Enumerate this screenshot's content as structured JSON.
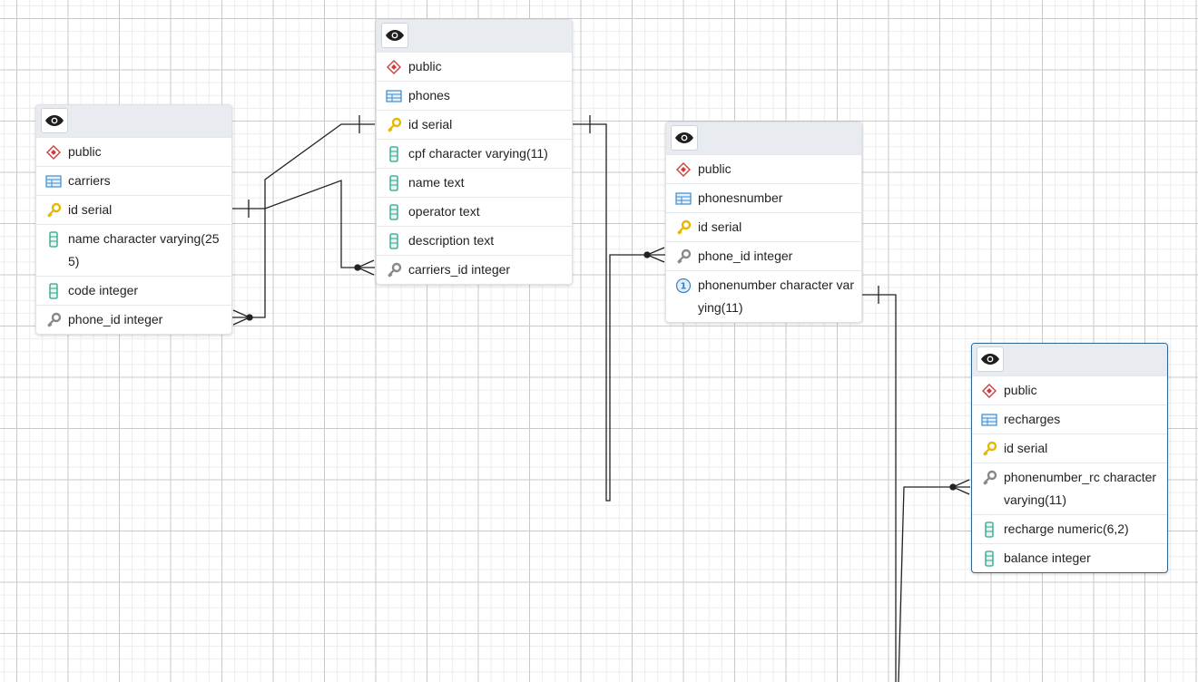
{
  "tables": {
    "carriers": {
      "schema": "public",
      "name": "carriers",
      "columns": [
        "id serial",
        "name character varying(255)",
        "code integer",
        "phone_id integer"
      ]
    },
    "phones": {
      "schema": "public",
      "name": "phones",
      "columns": [
        "id serial",
        "cpf character varying(11)",
        "name text",
        "operator text",
        "description text",
        "carriers_id integer"
      ]
    },
    "phonesnumber": {
      "schema": "public",
      "name": "phonesnumber",
      "columns": [
        "id serial",
        "phone_id integer",
        "phonenumber character varying(11)"
      ]
    },
    "recharges": {
      "schema": "public",
      "name": "recharges",
      "columns": [
        "id serial",
        "phonenumber_rc character varying(11)",
        "recharge numeric(6,2)",
        "balance integer"
      ]
    }
  },
  "icons": {
    "schema": "schema-icon",
    "table": "table-icon",
    "primary_key": "primary-key-icon",
    "foreign_key": "foreign-key-icon",
    "unique": "unique-constraint-icon",
    "column": "column-icon",
    "toggle": "eye-icon"
  },
  "colors": {
    "schema": "#cc3d3d",
    "table": "#3a8ccf",
    "primary_key": "#e6b800",
    "column": "#27a487",
    "foreign_key": "#888888",
    "selected_border": "#326690"
  }
}
